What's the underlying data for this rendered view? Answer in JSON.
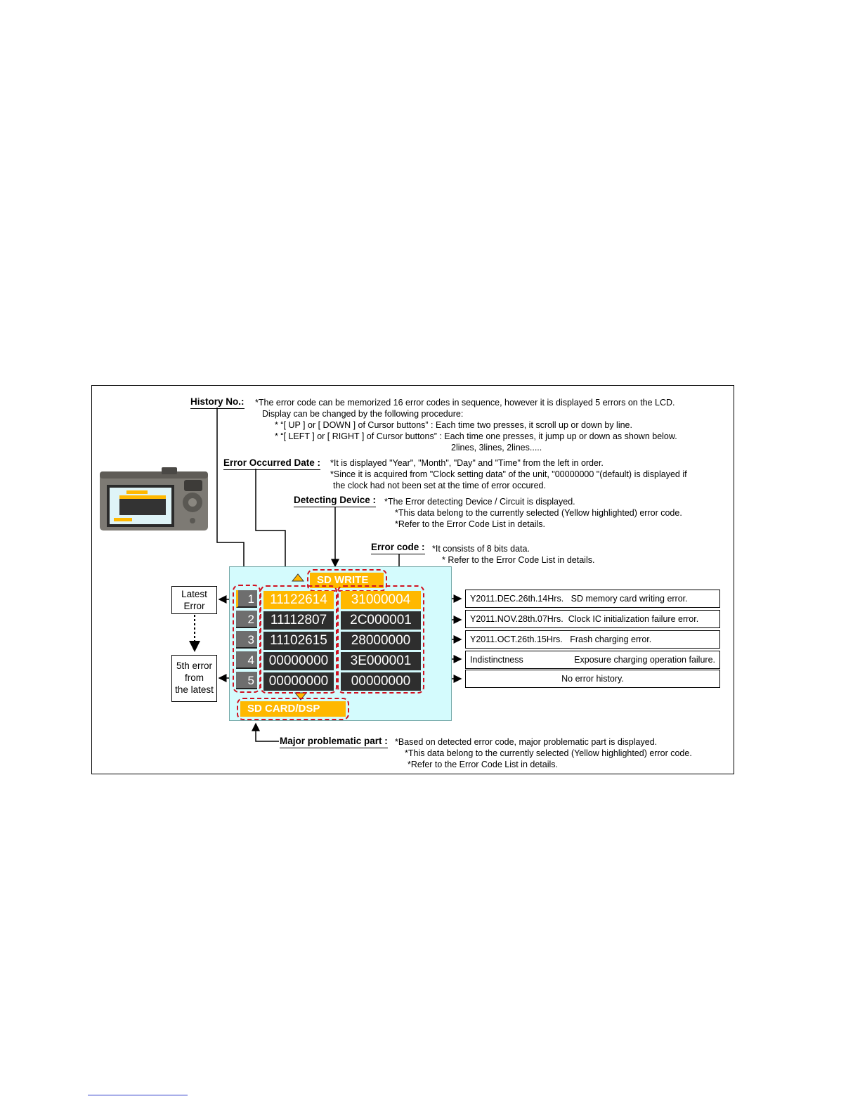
{
  "history_no": {
    "title": "History No.:",
    "lines": [
      "*The error code can be memorized 16 error codes in sequence, however it is displayed 5 errors on the LCD.",
      "Display can be changed by the following procedure:",
      "* “[ UP ] or [ DOWN ] of Cursor buttons” : Each time two presses, it scroll up or down by line.",
      "* “[ LEFT ] or [ RIGHT ] of Cursor buttons” : Each time one presses, it  jump up or down as shown below.",
      "2lines, 3lines, 2lines....."
    ]
  },
  "error_date": {
    "title": "Error Occurred Date :",
    "lines": [
      "*It is displayed \"Year\", \"Month\", \"Day\" and \"Time\" from the left in order.",
      "*Since it is acquired from \"Clock setting data\" of the unit, \"00000000 \"(default) is displayed if",
      "the clock had not been set at the time of error occured."
    ]
  },
  "detecting_device": {
    "title": "Detecting Device :",
    "lines": [
      "*The Error detecting Device / Circuit is displayed.",
      "*This data belong to the currently selected (Yellow highlighted) error code.",
      "*Refer to the Error Code List in details."
    ]
  },
  "error_code": {
    "title": "Error code :",
    "lines": [
      "*It consists of 8 bits data.",
      "* Refer to the Error Code List in details."
    ]
  },
  "major_part": {
    "title": "Major problematic part :",
    "lines": [
      "*Based on detected error code, major problematic part is displayed.",
      "*This data belong to the currently selected (Yellow highlighted) error code.",
      "*Refer to the Error Code List in details."
    ]
  },
  "lcd": {
    "device_label": "SD WRITE",
    "part_label": "SD CARD/DSP",
    "rows": [
      {
        "no": "1",
        "date": "11122614",
        "code": "31000004",
        "selected": true
      },
      {
        "no": "2",
        "date": "11112807",
        "code": "2C000001",
        "selected": false
      },
      {
        "no": "3",
        "date": "11102615",
        "code": "28000000",
        "selected": false
      },
      {
        "no": "4",
        "date": "00000000",
        "code": "3E000001",
        "selected": false
      },
      {
        "no": "5",
        "date": "00000000",
        "code": "00000000",
        "selected": false
      }
    ]
  },
  "left_labels": {
    "latest": [
      "Latest",
      "Error"
    ],
    "fifth": [
      "5th error",
      "from",
      "the latest"
    ]
  },
  "descriptions": [
    {
      "left": "Y2011.DEC.26th.14Hrs.",
      "right": "SD memory card writing error."
    },
    {
      "left": "Y2011.NOV.28th.07Hrs.",
      "right": "Clock IC initialization failure error."
    },
    {
      "left": "Y2011.OCT.26th.15Hrs.",
      "right": "Frash charging error."
    },
    {
      "left": "Indistinctness",
      "right": "Exposure charging operation failure."
    },
    {
      "left": "",
      "right": "No error history."
    }
  ],
  "colors": {
    "highlight": "#ffb800",
    "lcd_background": "#d4fbfd",
    "dashed_outline": "#d01020",
    "cell_dark": "#2e2e2e"
  }
}
